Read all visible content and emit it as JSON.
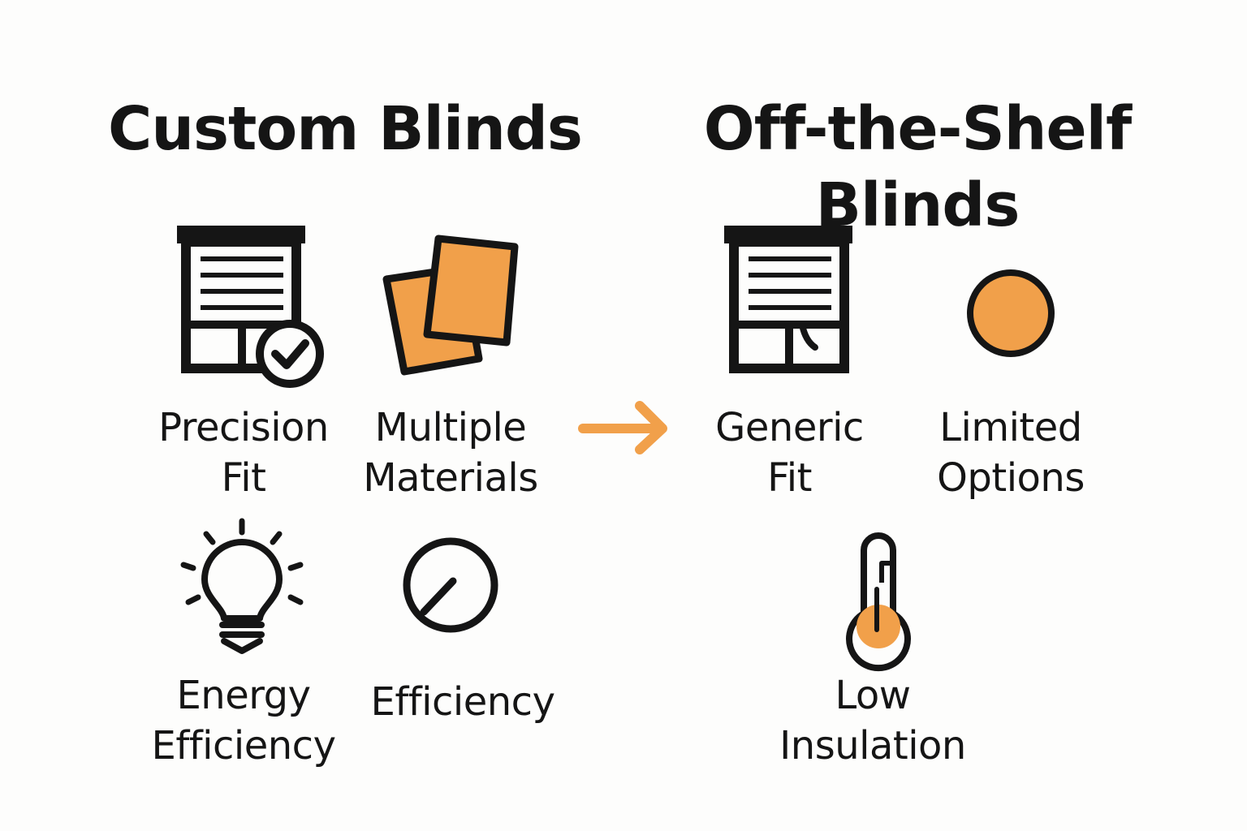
{
  "sections": {
    "left": {
      "title": "Custom Blinds",
      "items": {
        "precision_fit": {
          "line1": "Precision",
          "line2": "Fit",
          "icon": "window-blind-check-icon"
        },
        "multiple_materials": {
          "line1": "Multiple",
          "line2": "Materials",
          "icon": "material-swatches-icon"
        },
        "energy_efficiency": {
          "line1": "Energy",
          "line2": "Efficiency",
          "icon": "lightbulb-icon"
        },
        "efficiency": {
          "line1": "Efficiency",
          "icon": "gauge-icon"
        }
      }
    },
    "right": {
      "title_line1": "Off-the-Shelf",
      "title_line2": "Blinds",
      "items": {
        "generic_fit": {
          "line1": "Generic",
          "line2": "Fit",
          "icon": "window-blind-icon"
        },
        "limited_options": {
          "line1": "Limited",
          "line2": "Options",
          "icon": "circle-swatch-icon"
        },
        "low_insulation": {
          "line1": "Low",
          "line2": "Insulation",
          "icon": "thermometer-icon"
        }
      }
    }
  },
  "arrow": {
    "icon": "arrow-right-icon"
  },
  "colors": {
    "accent": "#f1a04a",
    "ink": "#151515",
    "background": "#fdfdfc"
  }
}
